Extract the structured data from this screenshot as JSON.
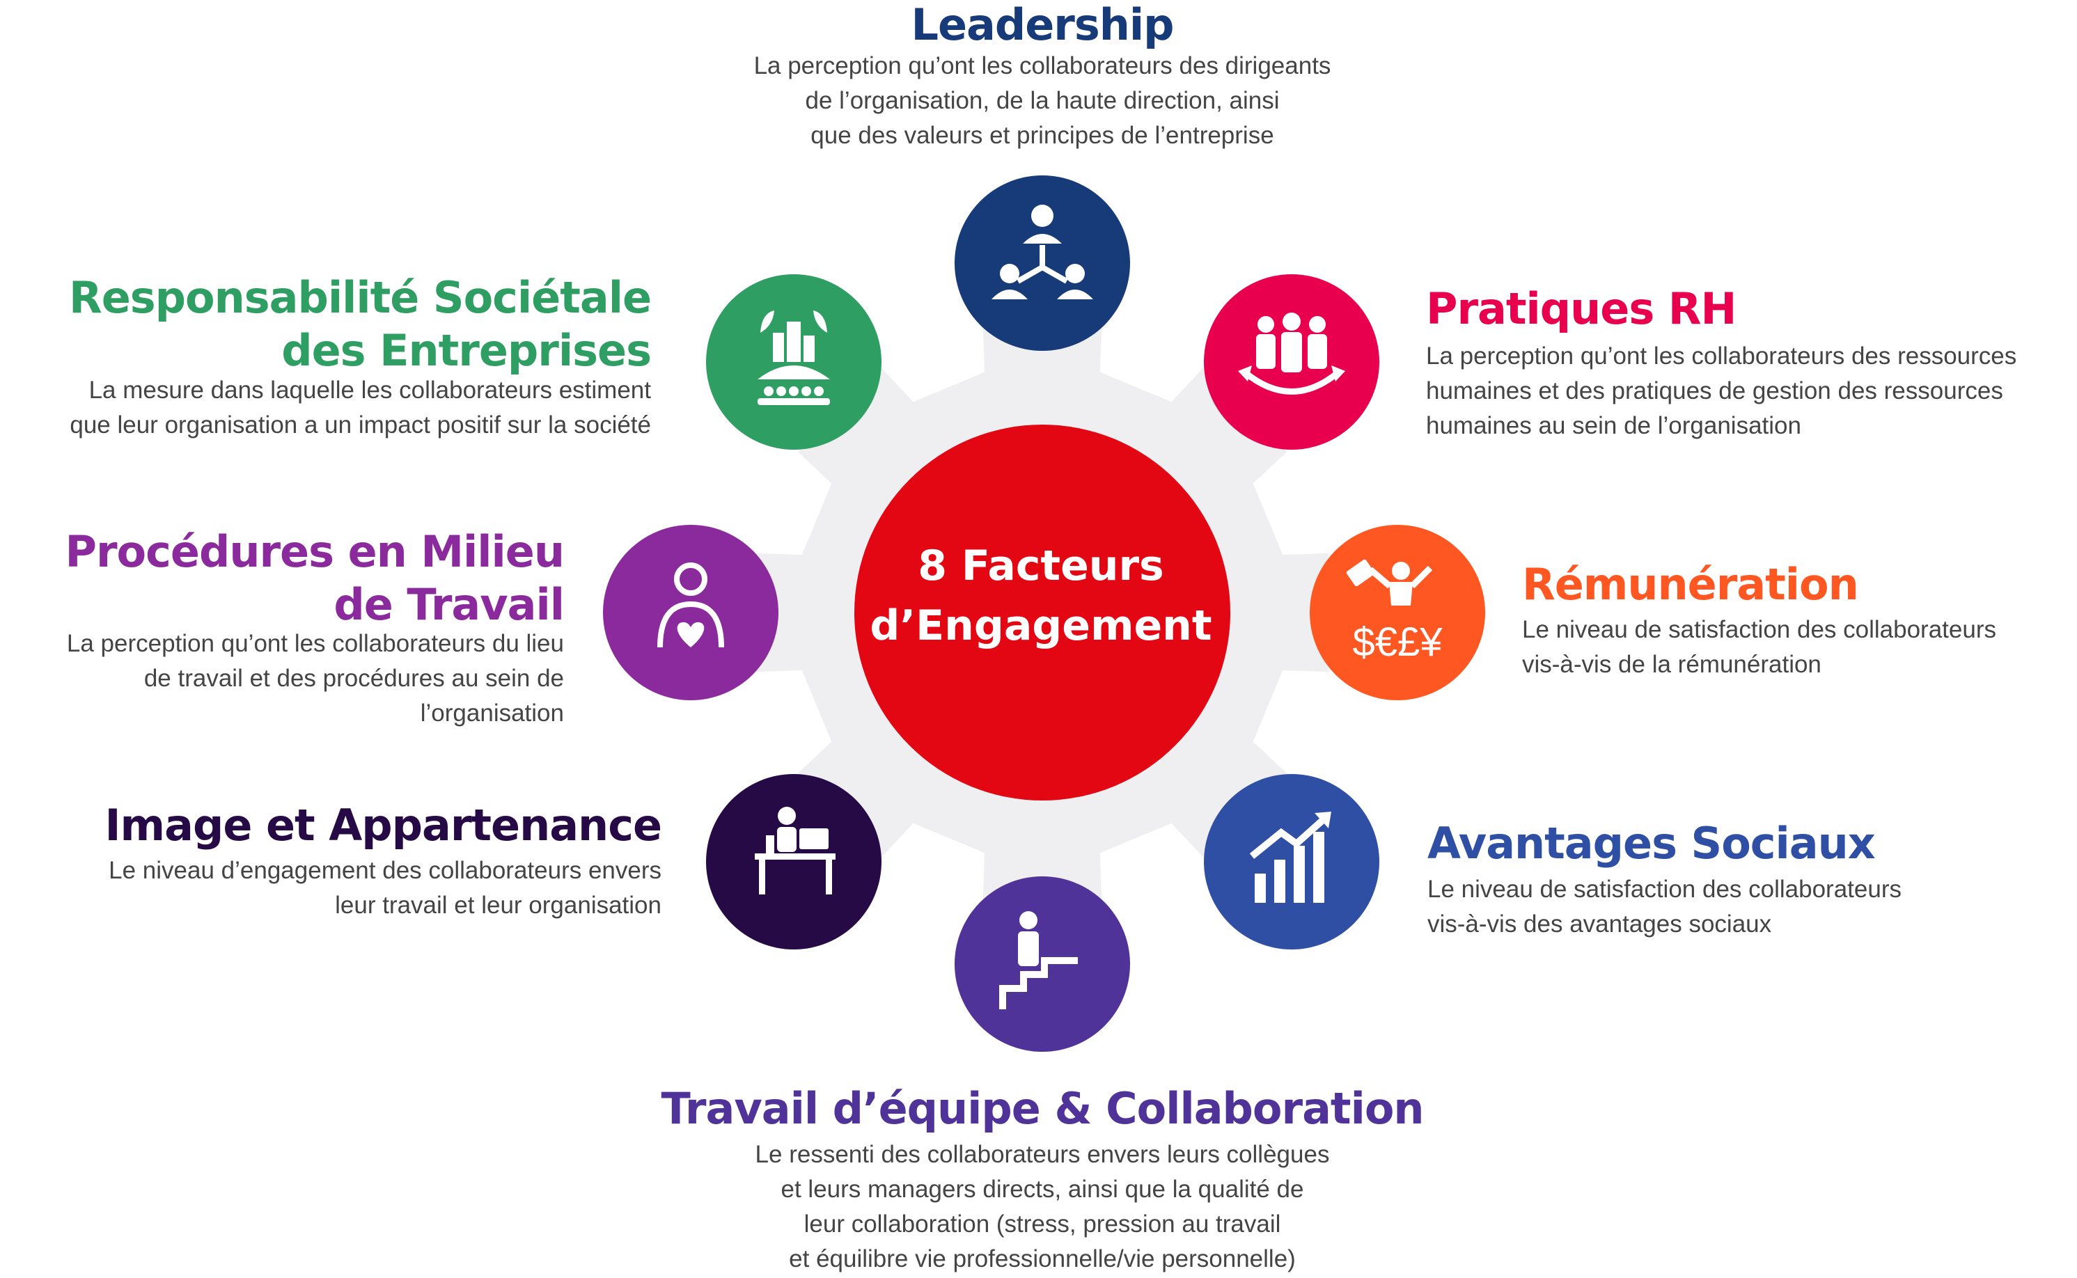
{
  "colors": {
    "gear": "#efeff1",
    "center": "#e30613",
    "leadership": "#173a78",
    "rh": "#e8004f",
    "remuneration": "#ff5722",
    "avantages": "#2f4fa4",
    "equipe": "#503399",
    "image": "#260a45",
    "procedures": "#8b2a9c",
    "rse": "#2f9e62"
  },
  "center": {
    "line1": "8 Facteurs",
    "line2": "d’Engagement"
  },
  "factors": {
    "leadership": {
      "icon": "org-hierarchy-icon",
      "title": "Leadership",
      "lines": [
        "La perception qu’ont les collaborateurs des dirigeants",
        "de l’organisation, de la haute direction, ainsi",
        "que des valeurs et principes de l’entreprise"
      ]
    },
    "rh": {
      "icon": "team-cycle-icon",
      "title": "Pratiques RH",
      "lines": [
        "La perception qu’ont les collaborateurs des ressources",
        "humaines et des pratiques de gestion des ressources",
        "humaines au sein de l’organisation"
      ]
    },
    "remuneration": {
      "icon": "money-currencies-icon",
      "title": "Rémunération",
      "currency": "$€£¥",
      "lines": [
        "Le niveau de satisfaction des collaborateurs",
        "vis-à-vis de la rémunération"
      ]
    },
    "avantages": {
      "icon": "growth-chart-icon",
      "title": "Avantages Sociaux",
      "lines": [
        "Le niveau de satisfaction des collaborateurs",
        "vis-à-vis des avantages sociaux"
      ]
    },
    "equipe": {
      "icon": "stairs-person-icon",
      "title": "Travail d’équipe & Collaboration",
      "lines": [
        "Le ressenti des collaborateurs envers leurs collègues",
        "et leurs managers directs, ainsi que la qualité de",
        "leur collaboration (stress, pression au travail",
        "et équilibre vie professionnelle/vie personnelle)"
      ]
    },
    "image": {
      "icon": "desk-worker-icon",
      "title": "Image et Appartenance",
      "lines": [
        "Le niveau d’engagement des collaborateurs envers",
        "leur travail et leur organisation"
      ]
    },
    "procedures": {
      "icon": "person-heart-icon",
      "title_lines": [
        "Procédures en Milieu",
        "de Travail"
      ],
      "lines": [
        "La perception qu’ont les collaborateurs du lieu",
        "de travail et des procédures au sein de",
        "l’organisation"
      ]
    },
    "rse": {
      "icon": "eco-city-icon",
      "title_lines": [
        "Responsabilité Sociétale",
        "des Entreprises"
      ],
      "lines": [
        "La mesure dans laquelle les collaborateurs estiment",
        "que leur organisation a un impact positif sur la société"
      ]
    }
  }
}
